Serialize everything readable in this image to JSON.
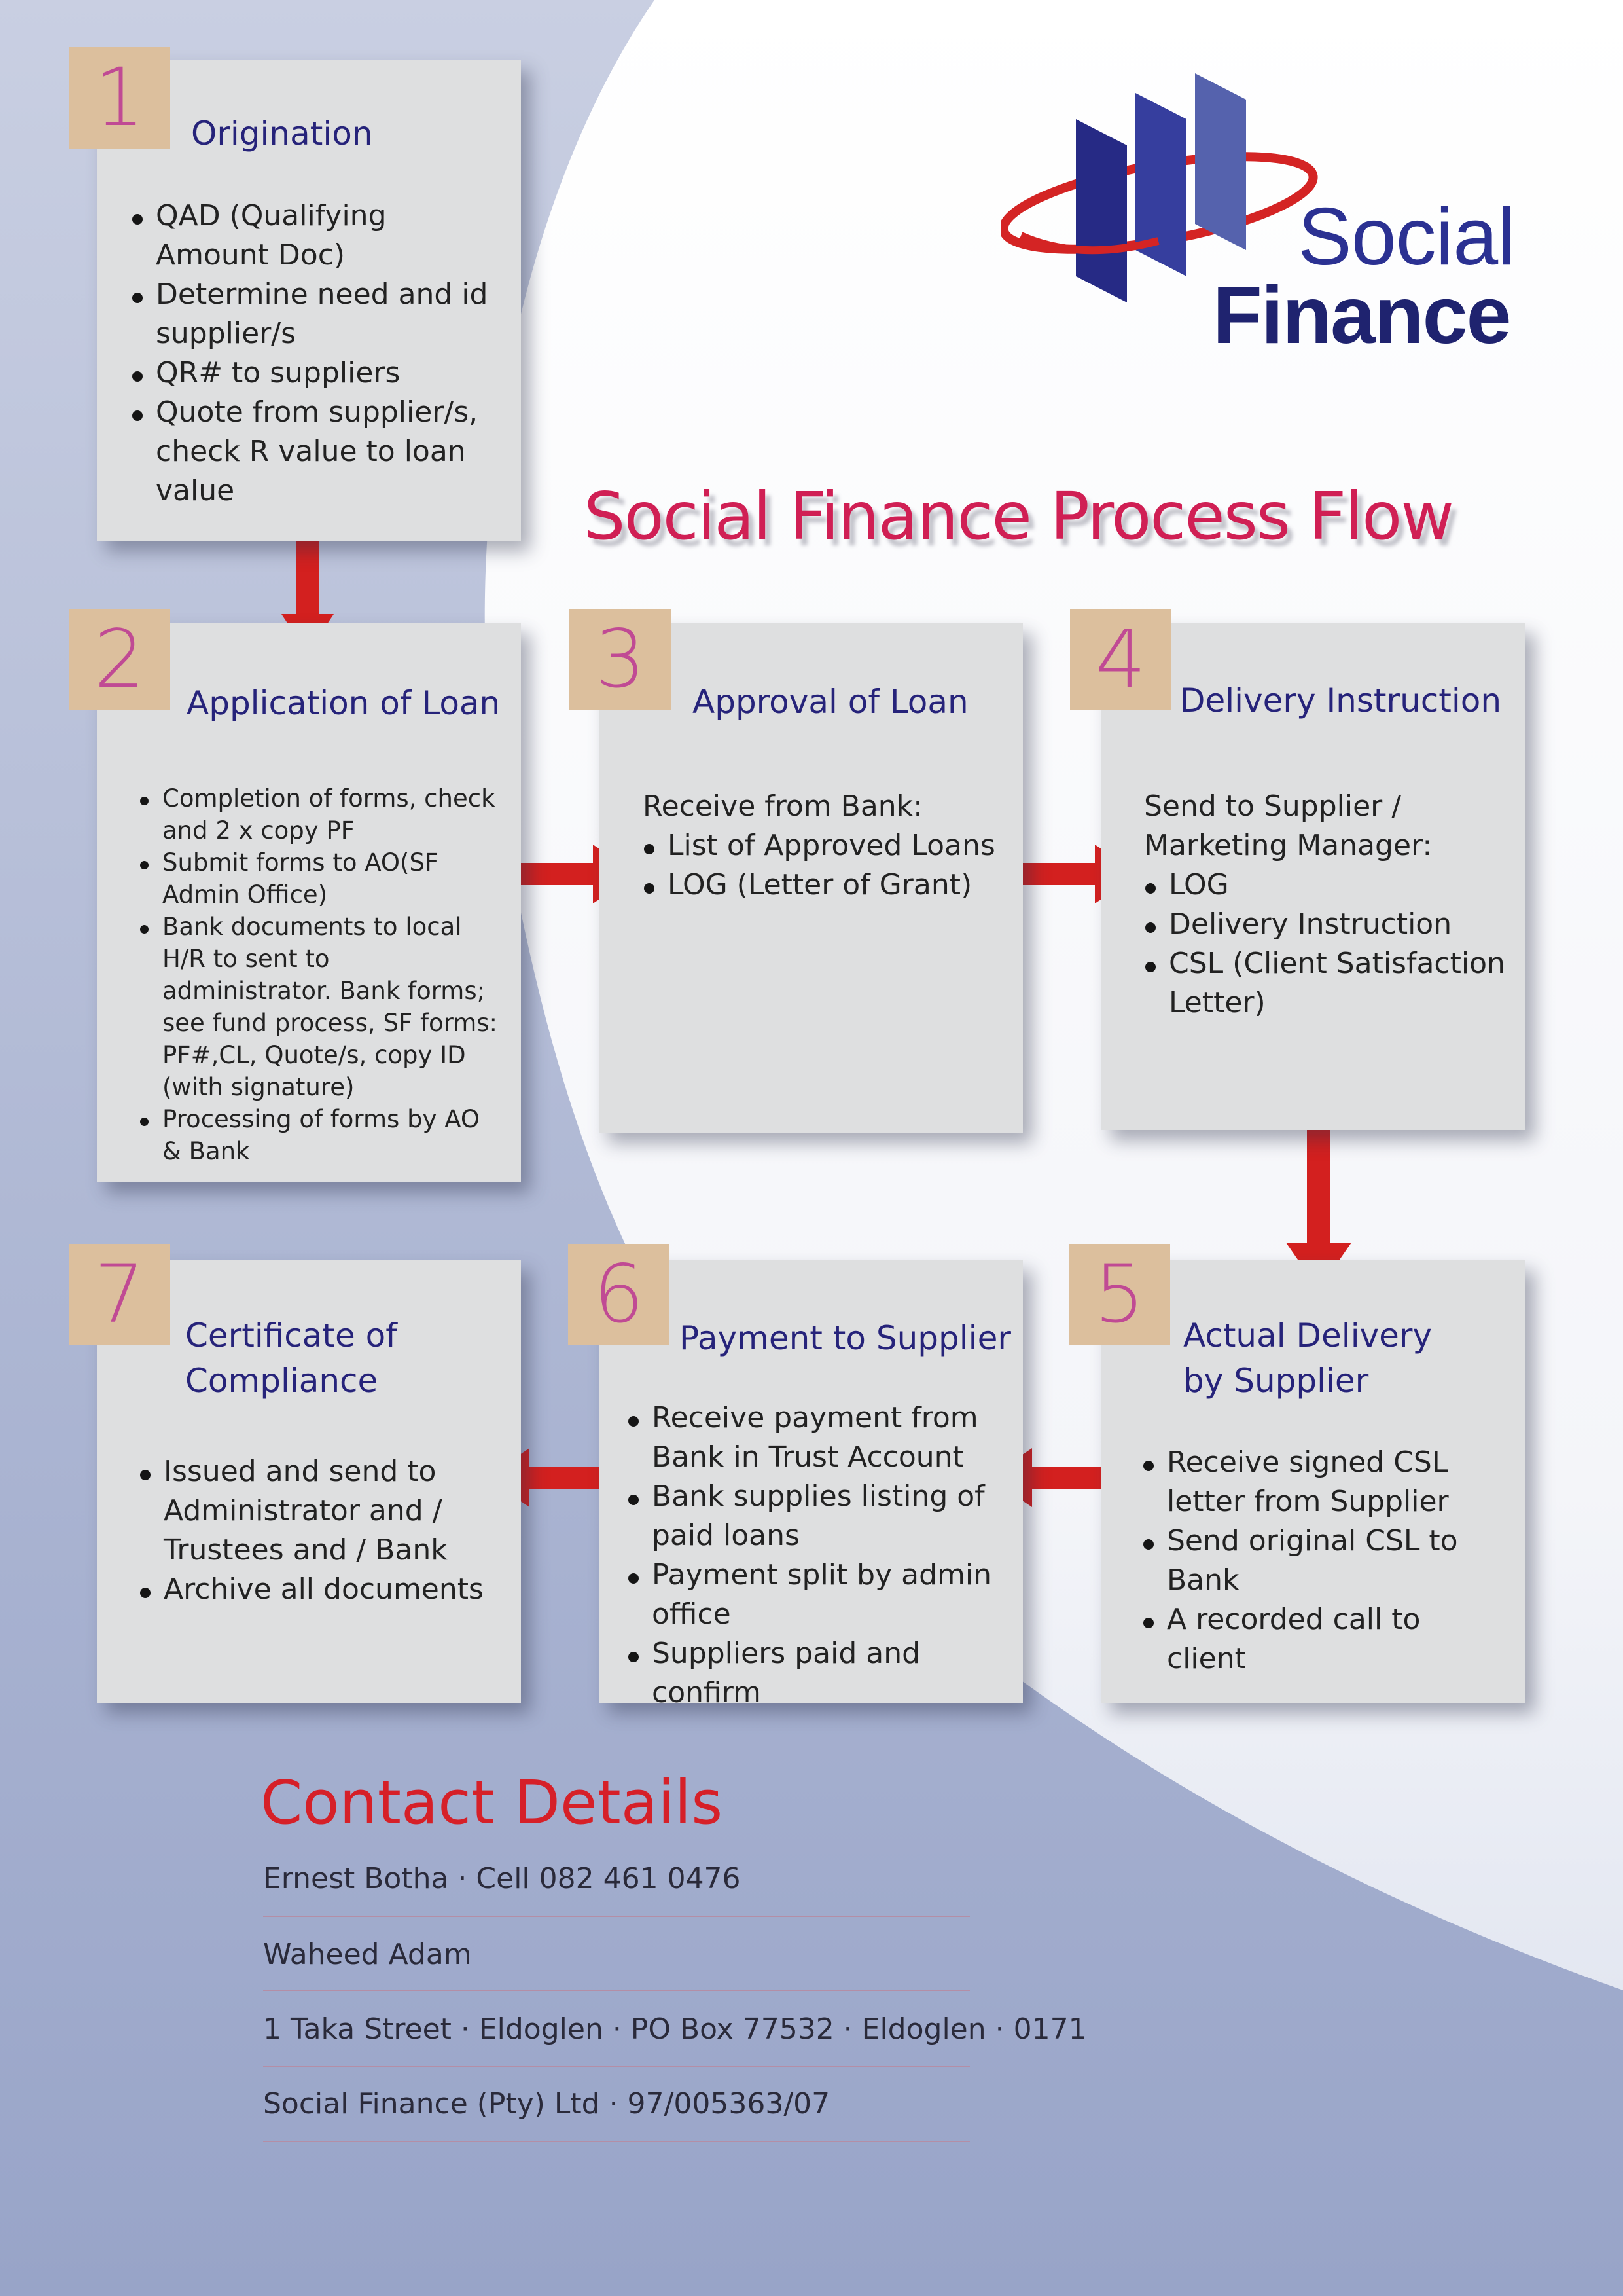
{
  "brand": {
    "logo_word_1": "Social",
    "logo_word_2": "Finance",
    "primary_color": "#26237a",
    "accent_color": "#d01f54",
    "arrow_color": "#d3201f"
  },
  "title": "Social Finance Process Flow",
  "steps": [
    {
      "number": "1",
      "title": "Origination",
      "items": [
        "QAD (Qualifying Amount Doc)",
        "Determine need and id supplier/s",
        "QR# to suppliers",
        "Quote from supplier/s, check R value to loan value"
      ]
    },
    {
      "number": "2",
      "title": "Application of Loan",
      "items": [
        "Completion of forms, check and 2 x copy PF",
        "Submit forms to AO(SF Admin Office)",
        "Bank documents to local H/R to sent to administrator.  Bank forms; see fund process, SF forms: PF#,CL, Quote/s, copy ID (with signature)",
        "Processing of forms by AO & Bank"
      ]
    },
    {
      "number": "3",
      "title": "Approval of Loan",
      "intro": "Receive from Bank:",
      "items": [
        "List of Approved Loans",
        "LOG (Letter of Grant)"
      ]
    },
    {
      "number": "4",
      "title": "Delivery Instruction",
      "intro_1": "Send to Supplier /",
      "intro_2": "Marketing Manager:",
      "items": [
        "LOG",
        "Delivery Instruction",
        "CSL (Client Satisfaction Letter)"
      ]
    },
    {
      "number": "5",
      "title_1": "Actual Delivery",
      "title_2": "by Supplier",
      "items": [
        "Receive signed CSL letter from Supplier",
        "Send original CSL to Bank",
        "A recorded call to client"
      ]
    },
    {
      "number": "6",
      "title": "Payment to Supplier",
      "items": [
        "Receive payment from Bank in Trust Account",
        "Bank supplies listing of paid loans",
        "Payment split by admin office",
        "Suppliers paid and confirm"
      ]
    },
    {
      "number": "7",
      "title_1": "Certificate of",
      "title_2": "Compliance",
      "items": [
        "Issued and send to Administrator and / Trustees and / Bank",
        "Archive all documents"
      ]
    }
  ],
  "contact": {
    "heading": "Contact Details",
    "lines": [
      "Ernest Botha · Cell 082 461 0476",
      "Waheed Adam",
      "1 Taka Street · Eldoglen · PO Box 77532 · Eldoglen · 0171",
      "Social Finance (Pty) Ltd · 97/005363/07"
    ]
  }
}
